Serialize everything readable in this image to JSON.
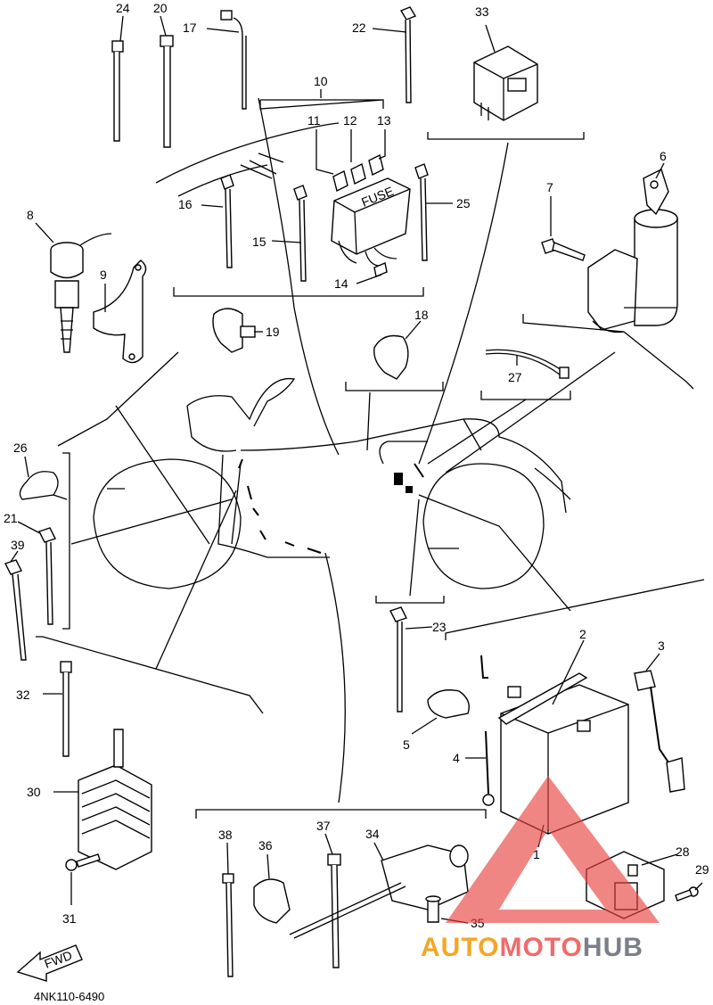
{
  "diagram_code": "4NK110-6490",
  "fwd_label": "FWD",
  "watermark": {
    "part1": "AUTO",
    "part2": "MOTO",
    "part3": "HUB",
    "colors": {
      "triangle": "#e8413f",
      "auto": "#f5a623",
      "moto": "#f06b6b",
      "hub": "#7a7f8a"
    }
  },
  "fuse_label": "FUSE",
  "callouts": {
    "c1": "1",
    "c2": "2",
    "c3": "3",
    "c4": "4",
    "c5": "5",
    "c6": "6",
    "c7": "7",
    "c8": "8",
    "c9": "9",
    "c10": "10",
    "c11": "11",
    "c12": "12",
    "c13": "13",
    "c14": "14",
    "c15": "15",
    "c16": "16",
    "c17": "17",
    "c18": "18",
    "c19": "19",
    "c20": "20",
    "c21": "21",
    "c22": "22",
    "c23": "23",
    "c24": "24",
    "c25": "25",
    "c26": "26",
    "c27": "27",
    "c28": "28",
    "c29": "29",
    "c30": "30",
    "c31": "31",
    "c32": "32",
    "c33": "33",
    "c34": "34",
    "c35": "35",
    "c36": "36",
    "c37": "37",
    "c38": "38",
    "c39": "39"
  }
}
